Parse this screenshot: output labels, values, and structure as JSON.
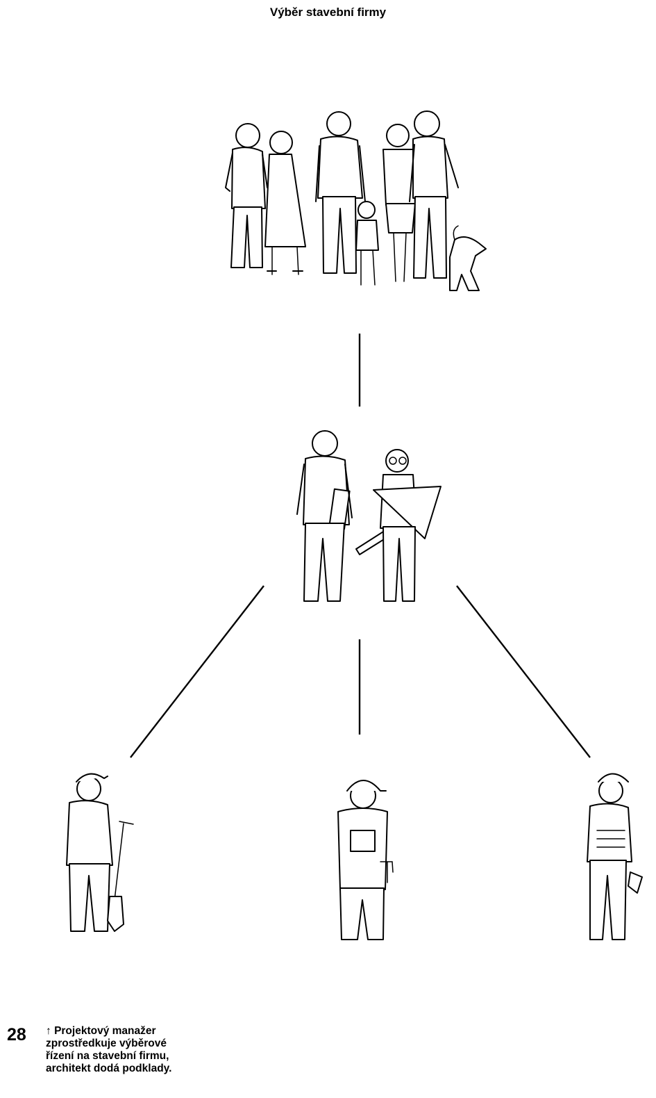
{
  "title": "Výběr stavební firmy",
  "page_number": "28",
  "caption": {
    "arrow": "↑",
    "text": "Projektový manažer\nzprostředkuje výběrové\nřízení na stavební firmu,\narchitekt dodá podklady."
  }
}
